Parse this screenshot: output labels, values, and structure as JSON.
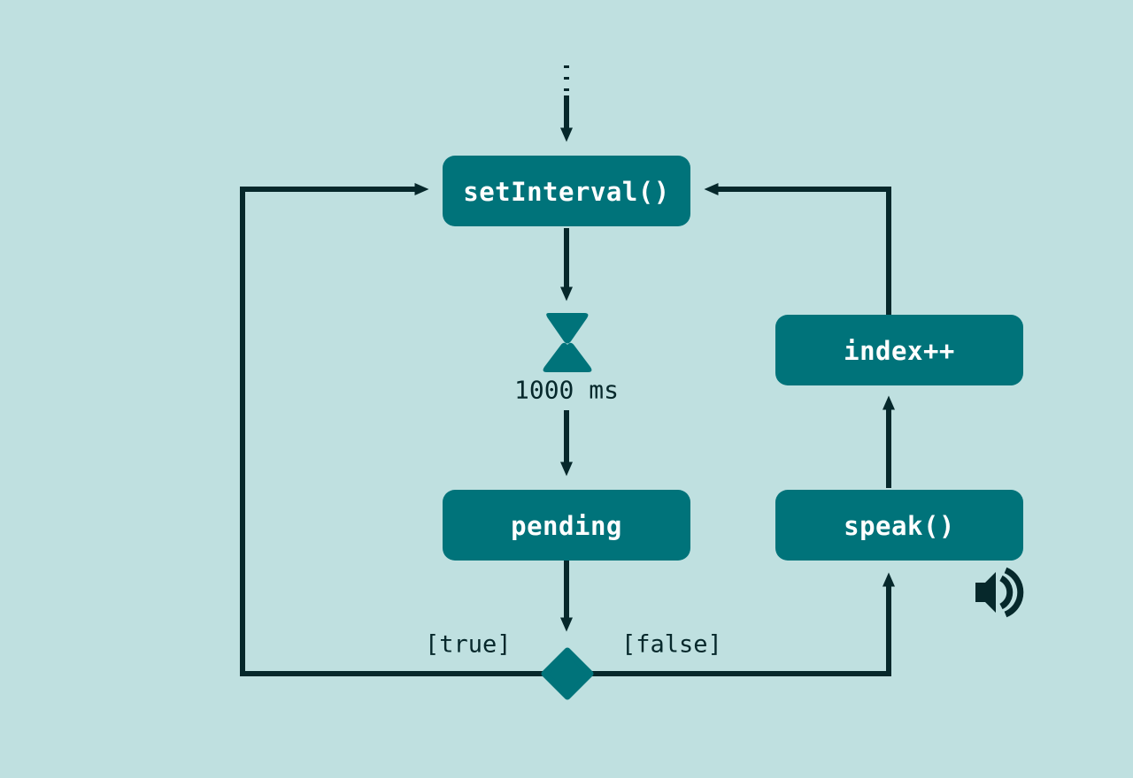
{
  "diagram": {
    "title": "setInterval speech loop flowchart",
    "type": "flowchart",
    "colors": {
      "background": "#bfe0e0",
      "node_fill": "#00737a",
      "node_text": "#ffffff",
      "edge_stroke": "#06282b",
      "accent_shape": "#00737a"
    },
    "nodes": [
      {
        "id": "start",
        "kind": "dotted-entry",
        "label": ""
      },
      {
        "id": "setinterval",
        "kind": "rounded-box",
        "label": "setInterval()"
      },
      {
        "id": "timer",
        "kind": "hourglass-icon",
        "label": "1000 ms",
        "icon": "hourglass-icon"
      },
      {
        "id": "pending",
        "kind": "rounded-box",
        "label": "pending"
      },
      {
        "id": "decision",
        "kind": "diamond",
        "label": ""
      },
      {
        "id": "speak",
        "kind": "rounded-box",
        "label": "speak()"
      },
      {
        "id": "index",
        "kind": "rounded-box",
        "label": "index++"
      },
      {
        "id": "speaker",
        "kind": "icon",
        "label": "",
        "icon": "speaker-icon"
      }
    ],
    "edges": [
      {
        "from": "start",
        "to": "setinterval",
        "label": "",
        "style": "dotted-then-solid"
      },
      {
        "from": "setinterval",
        "to": "timer",
        "label": "",
        "style": "solid"
      },
      {
        "from": "timer",
        "to": "pending",
        "label": "",
        "style": "solid"
      },
      {
        "from": "pending",
        "to": "decision",
        "label": "",
        "style": "solid"
      },
      {
        "from": "decision",
        "to": "setinterval",
        "label": "[true]",
        "style": "solid"
      },
      {
        "from": "decision",
        "to": "speak",
        "label": "[false]",
        "style": "solid"
      },
      {
        "from": "speak",
        "to": "index",
        "label": "",
        "style": "solid"
      },
      {
        "from": "index",
        "to": "setinterval",
        "label": "",
        "style": "solid"
      }
    ],
    "labels": {
      "setinterval": "setInterval()",
      "timer_duration": "1000 ms",
      "pending": "pending",
      "speak": "speak()",
      "index": "index++",
      "branch_true": "[true]",
      "branch_false": "[false]"
    }
  }
}
